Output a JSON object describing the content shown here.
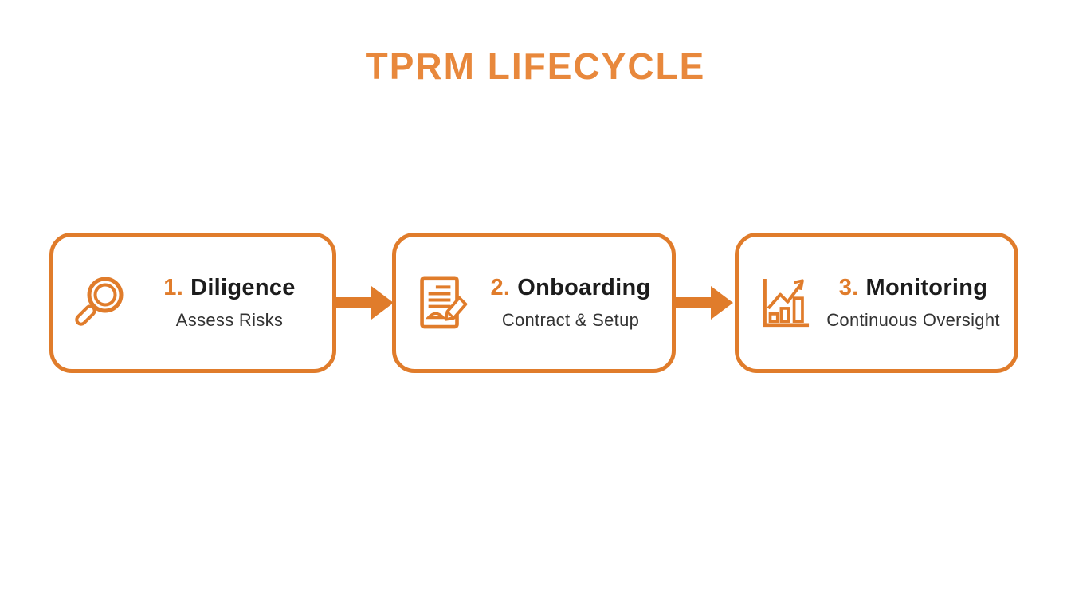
{
  "title": "TPRM LIFECYCLE",
  "colors": {
    "accent": "#E07C2B",
    "title_orange": "#E8883C",
    "heading_dark": "#1C1C1C",
    "subtitle_dark": "#333333",
    "background": "#FFFFFF"
  },
  "steps": [
    {
      "number": "1.",
      "name": "Diligence",
      "subtitle": "Assess Risks",
      "icon": "magnifier-icon"
    },
    {
      "number": "2.",
      "name": "Onboarding",
      "subtitle": "Contract & Setup",
      "icon": "document-pencil-icon"
    },
    {
      "number": "3.",
      "name": "Monitoring",
      "subtitle": "Continuous Oversight",
      "icon": "chart-growth-icon"
    }
  ],
  "connectors": [
    {
      "icon": "flow-arrow-icon",
      "direction": "right"
    },
    {
      "icon": "flow-arrow-icon",
      "direction": "right"
    }
  ]
}
